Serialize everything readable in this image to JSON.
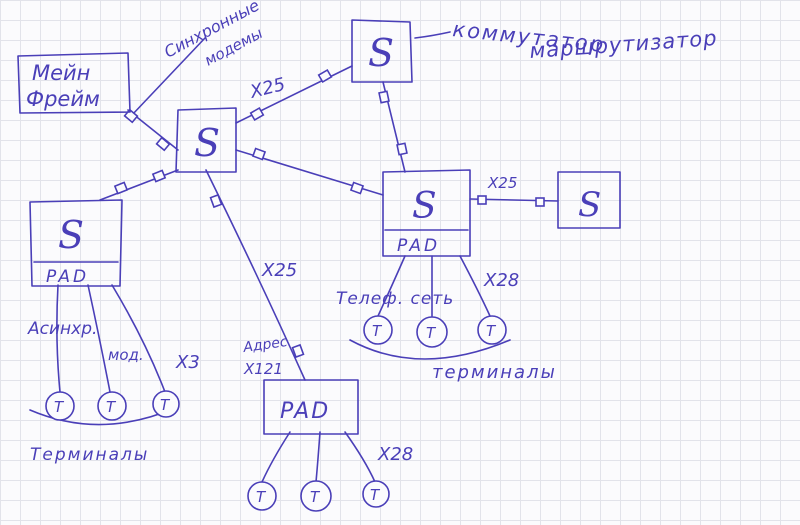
{
  "mainframe": {
    "line1": "Мейн",
    "line2": "Фрейм"
  },
  "labels": {
    "sync_modems_line1": "Синхронные",
    "sync_modems_line2": "модемы",
    "switch_router_line1": "коммутатор",
    "switch_router_line2": "маршрутизатор",
    "x25_top": "X25",
    "x25_right": "X25",
    "x25_middle": "X25",
    "x28_right": "X28",
    "x28_bottom": "X28",
    "x3": "X3",
    "async_modem_line1": "Асинхр.",
    "async_modem_line2": "мод.",
    "phone_net": "Телеф. сеть",
    "address": "Адрес",
    "x121": "X121",
    "terminals_left": "Терминалы",
    "terminals_right": "терминалы"
  },
  "switches": {
    "symbol": "S",
    "central": "S",
    "top": "S",
    "right_pad_switch": "S",
    "far_right": "S",
    "left_pad_switch": "S"
  },
  "pads": {
    "left": "PAD",
    "right": "PAD",
    "bottom": "PAD"
  },
  "terminal_symbol": "T"
}
